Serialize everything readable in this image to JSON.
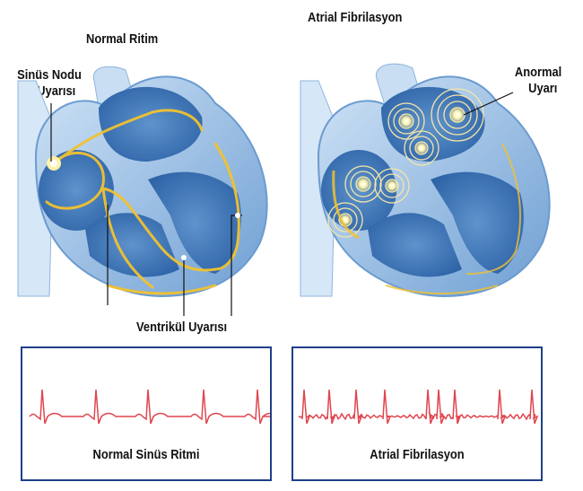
{
  "labels": {
    "normal_title": "Normal Ritim",
    "af_title": "Atrial Fibrilasyon",
    "sinus_line1": "Sinüs Nodu",
    "sinus_line2": "Uyarısı",
    "abnormal_line1": "Anormal",
    "abnormal_line2": "Uyarı",
    "ventricle": "Ventrikül Uyarısı"
  },
  "ecg": {
    "normal_caption": "Normal Sinüs Ritmi",
    "af_caption": "Atrial Fibrilasyon"
  },
  "colors": {
    "heart_dark": "#3f78b8",
    "heart_light": "#a9cdee",
    "impulse": "#f2c230",
    "ecg_line": "#e0454f",
    "box_border": "#1f3f8a"
  }
}
